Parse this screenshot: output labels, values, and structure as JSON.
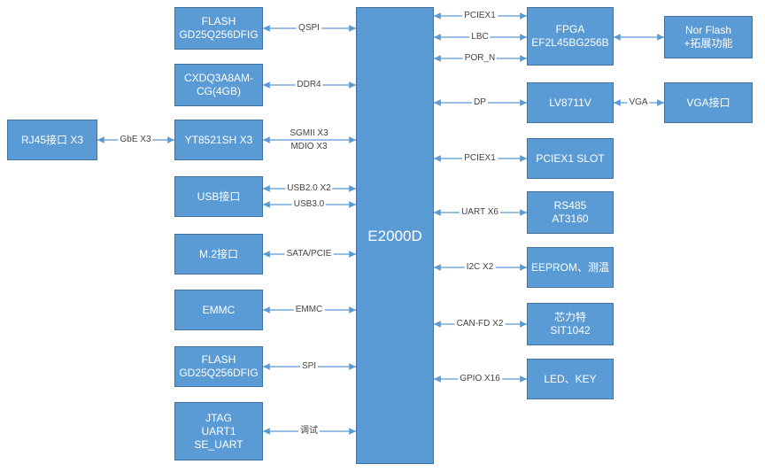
{
  "cpu": {
    "label": "E2000D"
  },
  "left": {
    "flash_qspi": {
      "line1": "FLASH",
      "line2": "GD25Q256DFIG"
    },
    "ddr": {
      "line1": "CXDQ3A8AM-",
      "line2": "CG(4GB)"
    },
    "phy": {
      "label": "YT8521SH X3"
    },
    "rj45": {
      "label": "RJ45接口 X3"
    },
    "usb": {
      "label": "USB接口"
    },
    "m2": {
      "label": "M.2接口"
    },
    "emmc": {
      "label": "EMMC"
    },
    "flash_spi": {
      "line1": "FLASH",
      "line2": "GD25Q256DFIG"
    },
    "debug": {
      "line1": "JTAG",
      "line2": "UART1",
      "line3": "SE_UART"
    }
  },
  "right": {
    "fpga": {
      "line1": "FPGA",
      "line2": "EF2L45BG256B"
    },
    "norflash": {
      "line1": "Nor Flash",
      "line2": "+拓展功能"
    },
    "lv8711": {
      "label": "LV8711V"
    },
    "vga": {
      "label": "VGA接口"
    },
    "pcie_slot": {
      "label": "PCIEX1 SLOT"
    },
    "rs485": {
      "line1": "RS485",
      "line2": "AT3160"
    },
    "eeprom": {
      "label": "EEPROM、测温"
    },
    "sit1042": {
      "line1": "芯力特",
      "line2": "SIT1042"
    },
    "led_key": {
      "label": "LED、KEY"
    }
  },
  "links": {
    "qspi": "QSPI",
    "ddr4": "DDR4",
    "gbe": "GbE X3",
    "sgmii": "SGMII X3",
    "mdio": "MDIO X3",
    "usb20": "USB2.0 X2",
    "usb30": "USB3.0",
    "sata_pcie": "SATA/PCIE",
    "emmc": "EMMC",
    "spi": "SPI",
    "debug": "调试",
    "pciex1_fpga": "PCIEX1",
    "lbc": "LBC",
    "por_n": "POR_N",
    "dp": "DP",
    "vga": "VGA",
    "pciex1_slot": "PCIEX1",
    "uart": "UART X6",
    "i2c": "I2C X2",
    "canfd": "CAN-FD X2",
    "gpio": "GPIO X16"
  },
  "colors": {
    "box_fill": "#5b9bd5",
    "box_border": "#41719c",
    "line": "#5b9bd5",
    "text": "#ffffff"
  }
}
